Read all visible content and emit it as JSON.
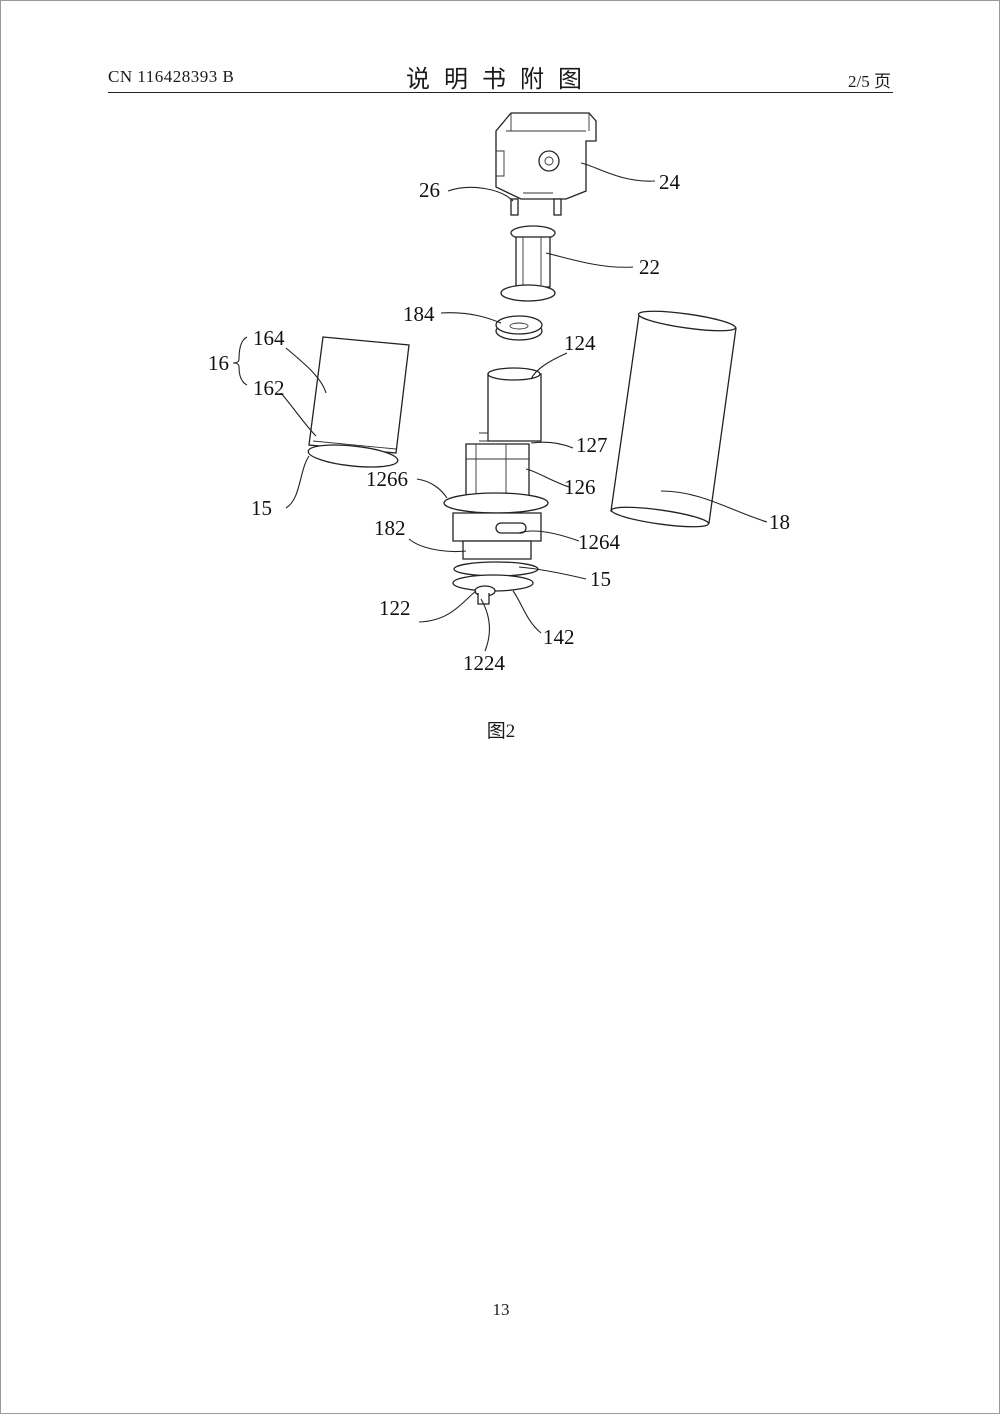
{
  "header": {
    "doc_id": "CN 116428393 B",
    "section": "说明书附图",
    "page_of": "2/5 页"
  },
  "figure": {
    "caption": "图2",
    "labels": {
      "l24": "24",
      "l26": "26",
      "l22": "22",
      "l184": "184",
      "l124": "124",
      "l16": "16",
      "l164": "164",
      "l162": "162",
      "l127": "127",
      "l1266": "1266",
      "l126": "126",
      "l15a": "15",
      "l18": "18",
      "l182": "182",
      "l1264": "1264",
      "l15b": "15",
      "l122": "122",
      "l142": "142",
      "l1224": "1224"
    }
  },
  "footer": {
    "page_number": "13"
  }
}
